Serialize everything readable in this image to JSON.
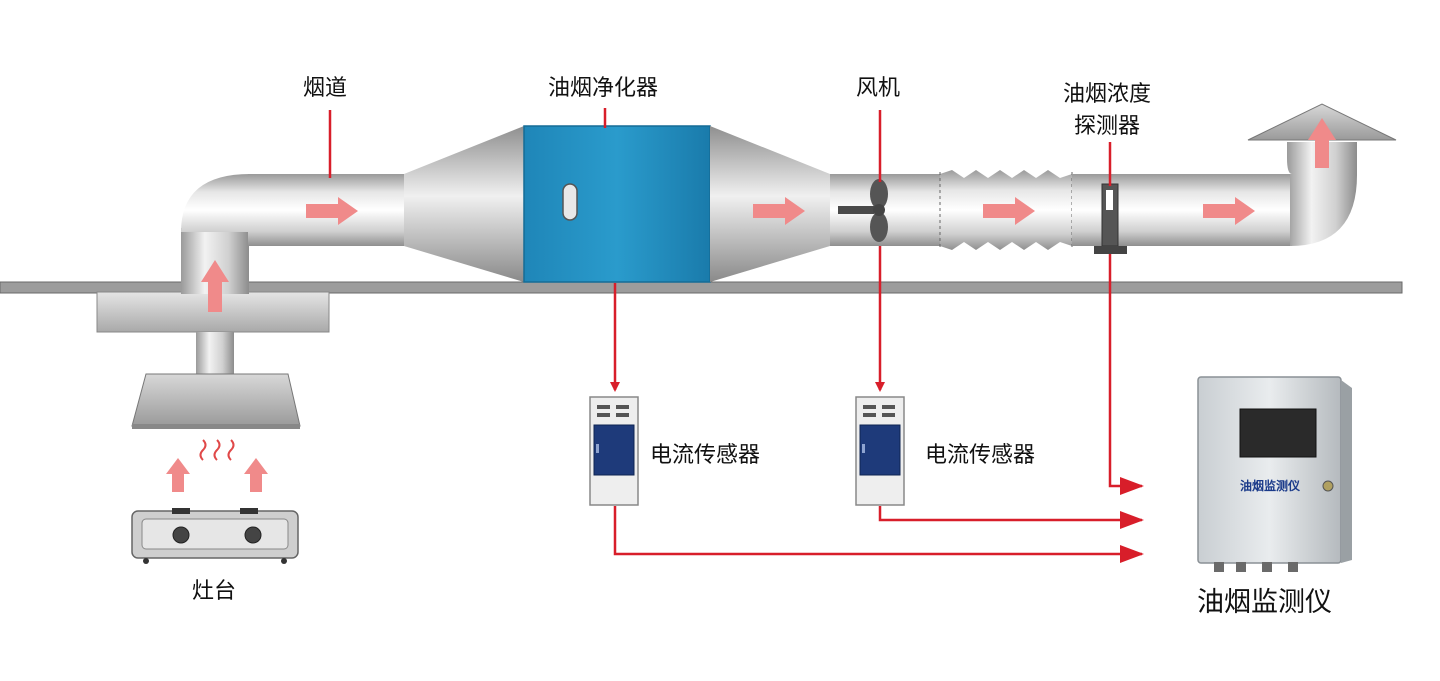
{
  "labels": {
    "duct": "烟道",
    "purifier": "油烟净化器",
    "fan": "风机",
    "detector_line1": "油烟浓度",
    "detector_line2": "探测器",
    "sensor1": "电流传感器",
    "sensor2": "电流传感器",
    "stove": "灶台",
    "monitor": "油烟监测仪",
    "monitor_panel": "油烟监测仪"
  },
  "colors": {
    "arrow_red": "#d81e2a",
    "flow_arrow": "#f08a8a",
    "purifier_blue": "#1f8fbf",
    "duct_gray": "#c8c8c8",
    "sensor_door": "#1e3a7a"
  },
  "icons": [
    "fan-icon",
    "smoke-icon",
    "stove-icon",
    "range-hood-icon",
    "chimney-cap-icon"
  ]
}
